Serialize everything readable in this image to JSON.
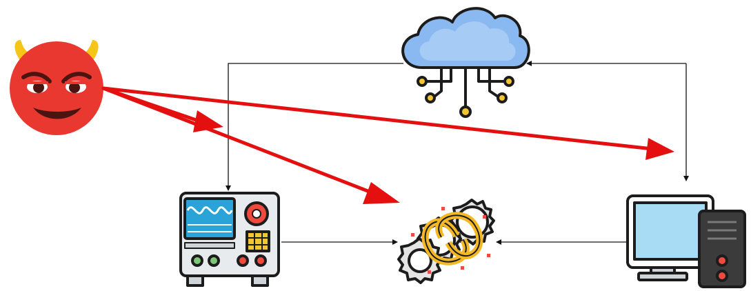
{
  "diagram": {
    "nodes": [
      {
        "id": "attacker",
        "icon": "devil-face-icon"
      },
      {
        "id": "cloud",
        "icon": "cloud-network-icon"
      },
      {
        "id": "instrument",
        "icon": "oscilloscope-icon"
      },
      {
        "id": "process",
        "icon": "interlocking-gears-icon"
      },
      {
        "id": "workstation",
        "icon": "desktop-computer-icon"
      }
    ],
    "edges": [
      {
        "from": "cloud",
        "to": "instrument",
        "style": "thin-black"
      },
      {
        "from": "workstation",
        "to": "cloud",
        "style": "thin-black"
      },
      {
        "from": "cloud",
        "to": "workstation",
        "style": "thin-black"
      },
      {
        "from": "instrument",
        "to": "process",
        "style": "thin-black"
      },
      {
        "from": "workstation",
        "to": "process",
        "style": "thin-black"
      },
      {
        "from": "attacker",
        "to": "instrument",
        "style": "attack-red"
      },
      {
        "from": "attacker",
        "to": "process",
        "style": "attack-red"
      },
      {
        "from": "attacker",
        "to": "workstation",
        "style": "attack-red"
      }
    ],
    "colors": {
      "attack": "#e41010",
      "link": "#111111",
      "outline": "#1c1c1c",
      "devil_red": "#e8382f",
      "devil_horn": "#f5c518",
      "cloud_blue": "#8ab8f0",
      "screen_blue": "#a8dcf5",
      "gear_gray": "#e4e4e4",
      "gear_red": "#ee4a3e",
      "gear_gold": "#f3b824",
      "panel_gray": "#cfd4d8",
      "knob_green": "#7dc67a"
    }
  }
}
